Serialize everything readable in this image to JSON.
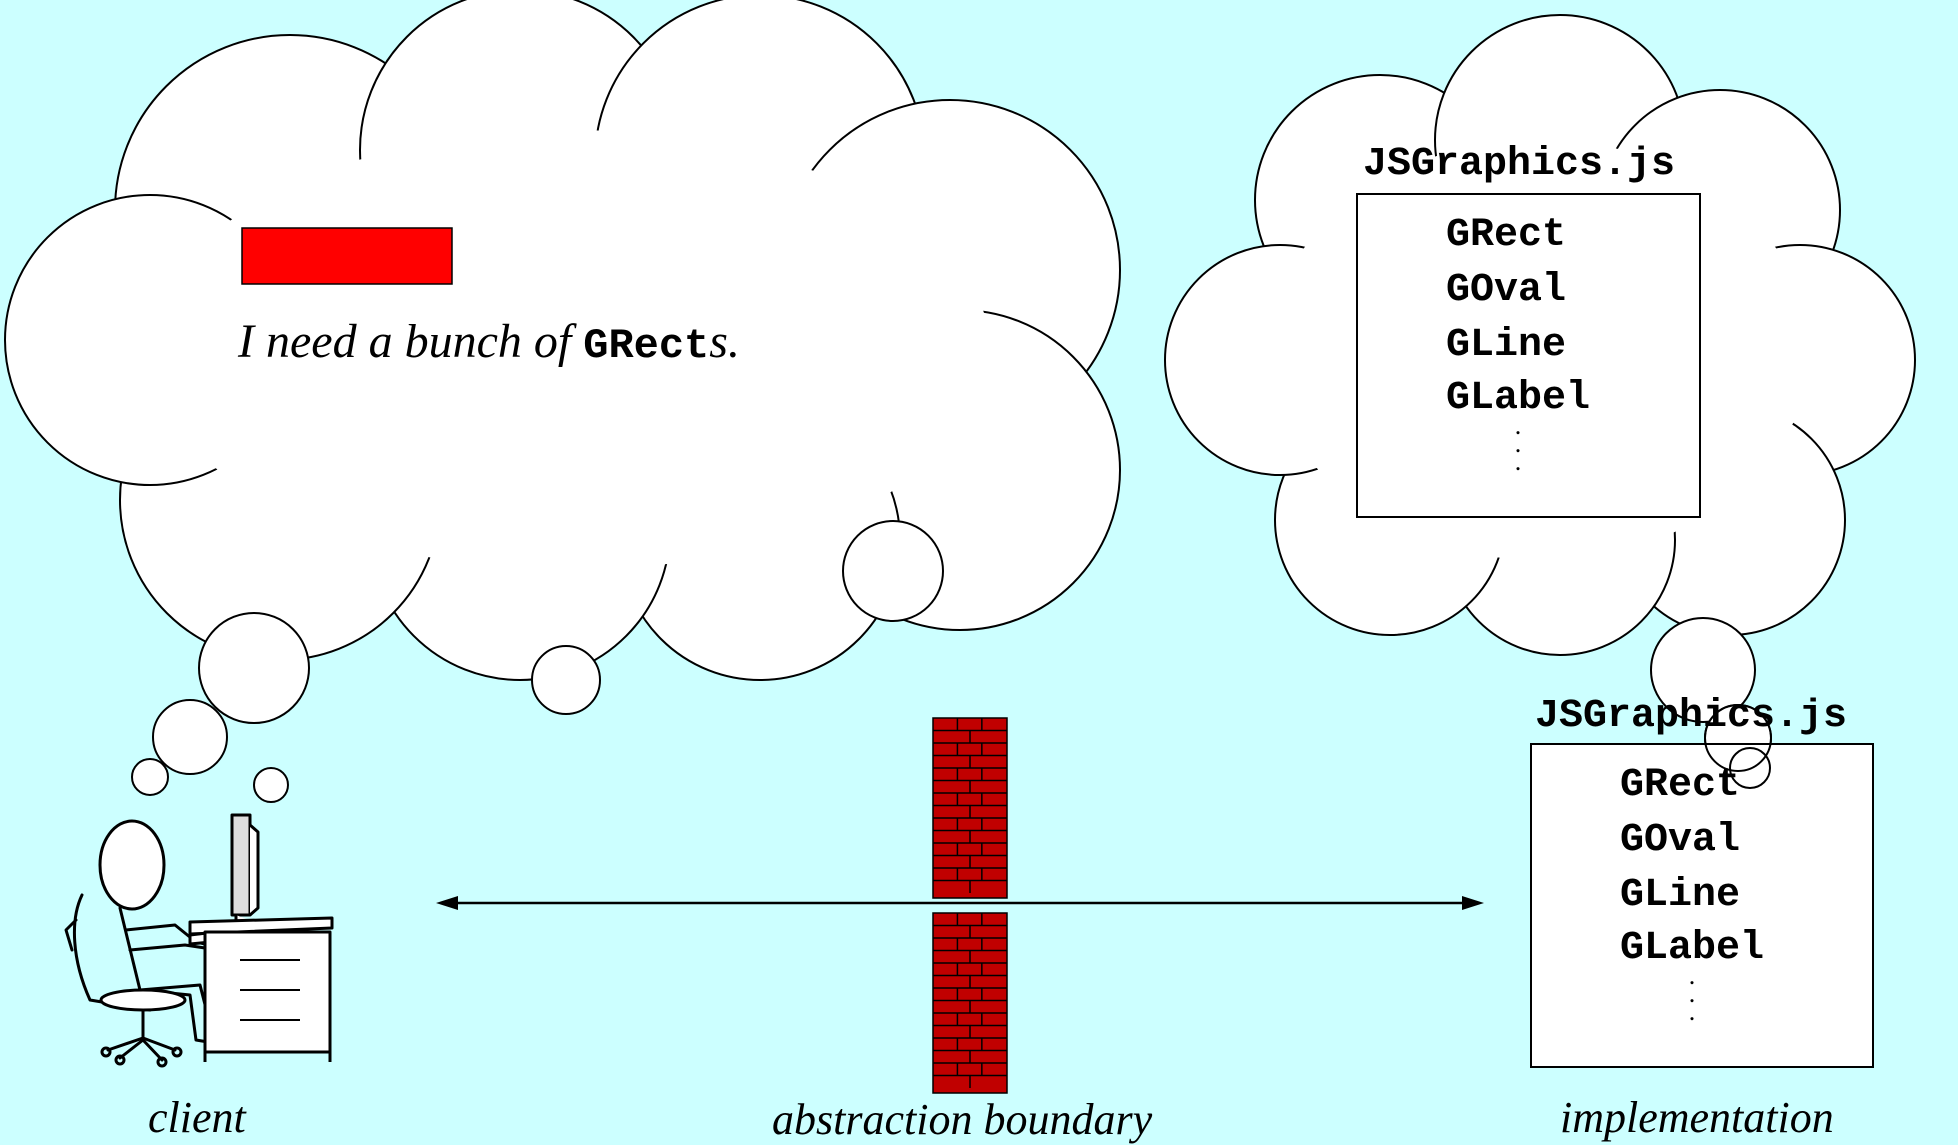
{
  "client_thought": {
    "text_italic": "I need a bunch of ",
    "code": "GRect",
    "suffix": "s."
  },
  "library": {
    "file_name": "JSGraphics.js",
    "classes": [
      "GRect",
      "GOval",
      "GLine",
      "GLabel"
    ],
    "ellipsis": ".\n.\n."
  },
  "labels": {
    "client": "client",
    "boundary": "abstraction boundary",
    "implementation": "implementation"
  },
  "colors": {
    "background": "#ccffff",
    "rect_fill": "#ff0000",
    "brick": "#c00000",
    "mortar": "#000000"
  }
}
